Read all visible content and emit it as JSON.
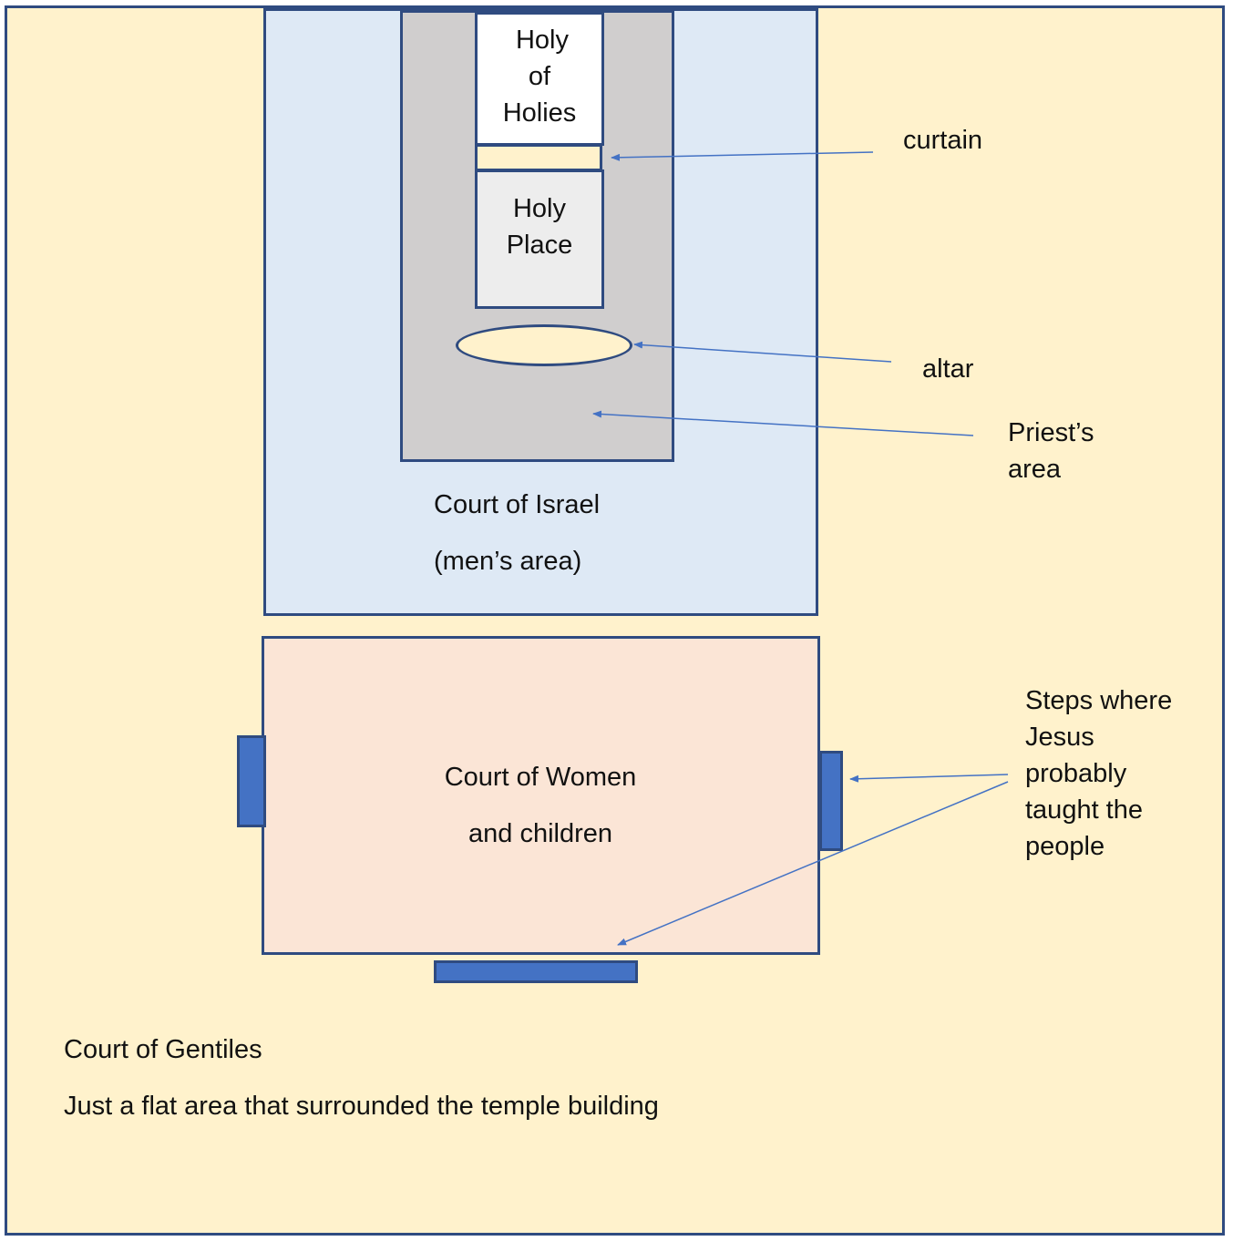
{
  "colors": {
    "gentiles_fill": "#fff2cc",
    "israel_fill": "#dee9f5",
    "priest_fill": "#d0cece",
    "holy_place_fill": "#ededed",
    "holies_fill": "#ffffff",
    "women_fill": "#fbe5d6",
    "steps_fill": "#4472c4",
    "outline": "#2f4b80",
    "arrow": "#4472c4"
  },
  "labels": {
    "holy_of_holies": [
      "Holy",
      "of",
      "Holies"
    ],
    "holy_place": [
      "Holy",
      "Place"
    ],
    "curtain": "curtain",
    "altar": "altar",
    "priests_area": [
      "Priest’s",
      "area"
    ],
    "court_of_israel": [
      "Court of Israel",
      "(men’s area)"
    ],
    "court_of_women": [
      "Court of Women",
      "and children"
    ],
    "steps": [
      "Steps where",
      "Jesus",
      "probably",
      "taught the",
      "people"
    ],
    "court_of_gentiles": [
      "Court of Gentiles",
      "Just a flat area that surrounded the temple building"
    ]
  }
}
